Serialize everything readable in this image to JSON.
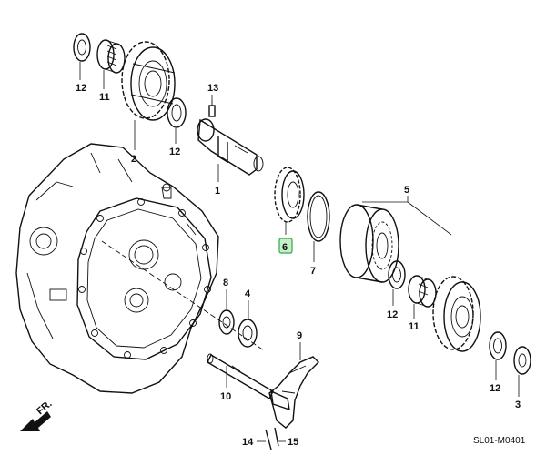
{
  "diagram": {
    "code": "SL01-M0401",
    "direction_label": "FR.",
    "callouts": {
      "p12a": "12",
      "p11a": "11",
      "p2": "2",
      "p12b": "12",
      "p13": "13",
      "p1": "1",
      "p6": "6",
      "p7": "7",
      "p5": "5",
      "p8": "8",
      "p4": "4",
      "p12c": "12",
      "p11b": "11",
      "p9": "9",
      "p10": "10",
      "p12d": "12",
      "p3": "3",
      "p14": "14",
      "p15": "15"
    },
    "highlight_color": "#2fa84f"
  }
}
